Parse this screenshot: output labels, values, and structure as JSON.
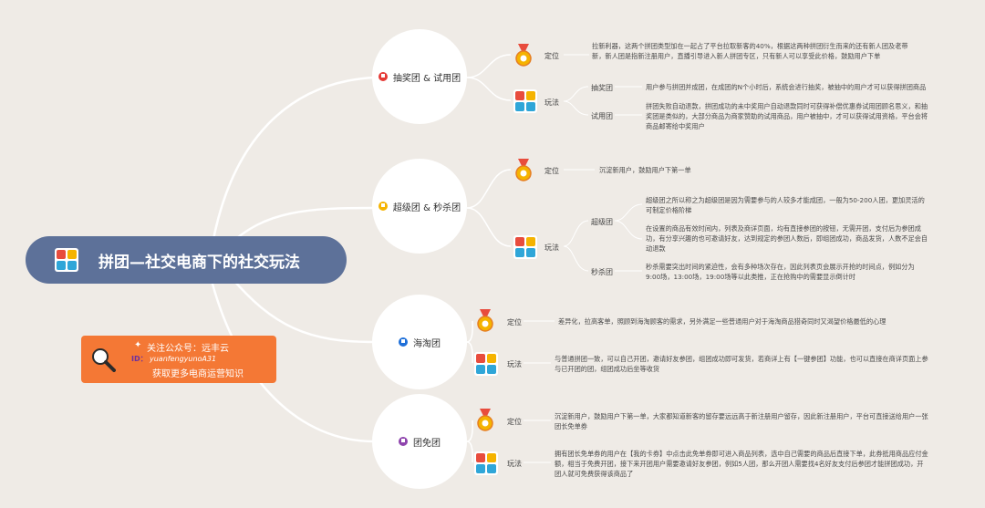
{
  "root": {
    "title": "拼团—社交电商下的社交玩法",
    "icon": "puzzle-icon"
  },
  "promo": {
    "line1": "关注公众号：远丰云",
    "id_label": "ID：",
    "id_value": "yuanfengyunoA31",
    "line3": "获取更多电商运营知识",
    "icon": "magnifier-icon"
  },
  "branches": [
    {
      "title": "抽奖团 & 试用团",
      "color": "#e53935",
      "position_label": "定位",
      "position_text": "拉新利器，这两个拼团类型加在一起占了平台拉取新客的40%，根据这两种拼团衍生而来的还有新人团及老带新，新人团是指新注册用户，直播引导进入新人拼团专区，只有新人可以享受此价格，鼓励用户下单",
      "play_label": "玩法",
      "plays": [
        {
          "label": "抽奖团",
          "text": "用户参与拼团并成团，在成团的N个小时后，系统会进行抽奖，被抽中的用户才可以获得拼团商品"
        },
        {
          "label": "试用团",
          "text": "拼团失败自动退款，拼团成功的未中奖用户自动退款同时可获得补偿优惠券试用团顾名思义，和抽奖团是类似的，大部分商品为商家赞助的试用商品，用户被抽中，才可以获得试用资格，平台会将商品邮寄给中奖用户"
        }
      ]
    },
    {
      "title": "超级团 & 秒杀团",
      "color": "#f5b300",
      "position_label": "定位",
      "position_text": "沉淀新用户，鼓励用户下第一单",
      "play_label": "玩法",
      "plays": [
        {
          "label": "超级团",
          "text": "超级团之所以称之为超级团是因为需要参与的人较多才能成团，一般为50-200人团，更加灵活的可制定价格阶梯",
          "text2": "在设置的商品有效时间内，列表及商详页面，均有直接参团的按钮，无需开团，支付后为参团成功，有分享兴趣的也可邀请好友，达到规定的参团人数后，即组团成功，商品发货，人数不足会自动退款"
        },
        {
          "label": "秒杀团",
          "text": "秒杀需要突出时间的紧迫性，会有多种场次存在，因此列表页会展示开抢的时间点，例如分为9:00场，13:00场，19:00场等以此类推，正在抢购中的需要显示倒计时"
        }
      ]
    },
    {
      "title": "海淘团",
      "color": "#1e6fd9",
      "position_label": "定位",
      "position_text": "差异化，拉高客单，照顾到海淘顾客的需求，另外满足一些普通用户对于海淘商品猎奇同时又渴望价格最低的心理",
      "play_label": "玩法",
      "play_text": "与普通拼团一致，可以自己开团，邀请好友参团，组团成功即可发货，若商详上有【一键参团】功能，也可以直接在商详页面上参与已开团的团，组团成功后坐等收货"
    },
    {
      "title": "团免团",
      "color": "#8e44ad",
      "position_label": "定位",
      "position_text": "沉淀新用户，鼓励用户下第一单，大家都知道新客的留存要远远高于新注册用户留存，因此新注册用户，平台可直接送给用户一张团长免单券",
      "play_label": "玩法",
      "play_text": "拥有团长免单券的用户在【我的卡券】中点击此免单券即可进入商品列表，选中自己需要的商品后直接下单，此券抵用商品应付金额，相当于免费开团，接下来开团用户需要邀请好友参团，例如5人团，那么开团人需要找4名好友支付后参团才能拼团成功，开团人就可免费获得该商品了"
    }
  ]
}
